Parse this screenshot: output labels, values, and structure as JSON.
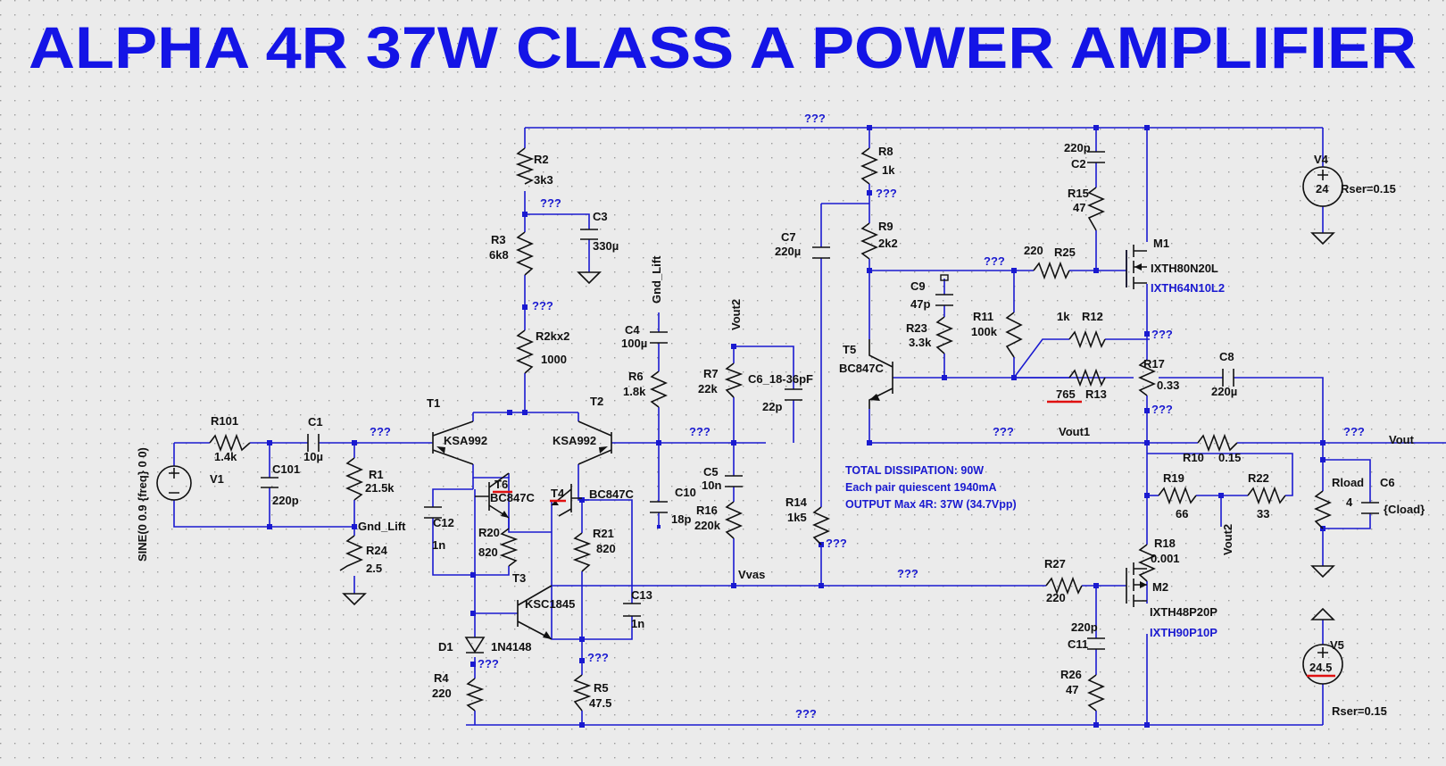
{
  "title": "ALPHA 4R 37W CLASS A POWER AMPLIFIER",
  "unknown_node": "???",
  "nets": {
    "vout": "Vout",
    "vout1": "Vout1",
    "vout2": "Vout2",
    "vas": "Vvas",
    "gnd_lift": "Gnd_Lift"
  },
  "sources": {
    "v1": {
      "name": "V1",
      "value": "SINE(0 0.9 {freq} 0 0)"
    },
    "v4": {
      "name": "V4",
      "value": "24",
      "rser": "Rser=0.15"
    },
    "v5": {
      "name": "V5",
      "value": "24.5",
      "rser": "Rser=0.15"
    }
  },
  "resistors": {
    "r101": {
      "name": "R101",
      "value": "1.4k"
    },
    "r1": {
      "name": "R1",
      "value": "21.5k"
    },
    "r24": {
      "name": "R24",
      "value": "2.5"
    },
    "r2": {
      "name": "R2",
      "value": "3k3"
    },
    "r3": {
      "name": "R3",
      "value": "6k8"
    },
    "r2kx2": {
      "name": "R2kx2",
      "value": "1000"
    },
    "r20": {
      "name": "R20",
      "value": "820"
    },
    "r21": {
      "name": "R21",
      "value": "820"
    },
    "r4": {
      "name": "R4",
      "value": "220"
    },
    "r5": {
      "name": "R5",
      "value": "47.5"
    },
    "r6": {
      "name": "R6",
      "value": "1.8k"
    },
    "r7": {
      "name": "R7",
      "value": "22k"
    },
    "r16": {
      "name": "R16",
      "value": "220k"
    },
    "r14": {
      "name": "R14",
      "value": "1k5"
    },
    "r8": {
      "name": "R8",
      "value": "1k"
    },
    "r9": {
      "name": "R9",
      "value": "2k2"
    },
    "r23": {
      "name": "R23",
      "value": "3.3k"
    },
    "r11": {
      "name": "R11",
      "value": "100k"
    },
    "r25": {
      "name": "R25",
      "value": "220"
    },
    "r15": {
      "name": "R15",
      "value": "47"
    },
    "r12": {
      "name": "R12",
      "value": "1k"
    },
    "r13": {
      "name": "R13",
      "value": "765"
    },
    "r17": {
      "name": "R17",
      "value": "0.33"
    },
    "r10": {
      "name": "R10",
      "value": "0.15"
    },
    "r19": {
      "name": "R19",
      "value": "66"
    },
    "r22": {
      "name": "R22",
      "value": "33"
    },
    "rload": {
      "name": "Rload",
      "value": "4"
    },
    "r18": {
      "name": "R18",
      "value": "0.001"
    },
    "r27": {
      "name": "R27",
      "value": "220"
    },
    "r26": {
      "name": "R26",
      "value": "47"
    }
  },
  "capacitors": {
    "c1": {
      "name": "C1",
      "value": "10µ"
    },
    "c101": {
      "name": "C101",
      "value": "220p"
    },
    "c12": {
      "name": "C12",
      "value": "1n"
    },
    "c3": {
      "name": "C3",
      "value": "330µ"
    },
    "c4": {
      "name": "C4",
      "value": "100µ"
    },
    "c10": {
      "name": "C10",
      "value": "18p"
    },
    "c6": {
      "name": "C6_18-36pF",
      "value": "22p"
    },
    "c5": {
      "name": "C5",
      "value": "10n"
    },
    "c13": {
      "name": "C13",
      "value": "1n"
    },
    "c7": {
      "name": "C7",
      "value": "220µ"
    },
    "c9": {
      "name": "C9",
      "value": "47p"
    },
    "c2": {
      "name": "C2",
      "value": "220p"
    },
    "c8": {
      "name": "C8",
      "value": "220µ"
    },
    "c6out": {
      "name": "C6",
      "value": "{Cload}"
    },
    "c11": {
      "name": "C11",
      "value": "220p"
    }
  },
  "semis": {
    "t1": {
      "name": "T1",
      "model": "KSA992"
    },
    "t2": {
      "name": "T2",
      "model": "KSA992"
    },
    "t6": {
      "name": "T6",
      "model": "BC847C"
    },
    "t4": {
      "name": "T4",
      "model": "BC847C"
    },
    "t3": {
      "name": "T3",
      "model": "KSC1845"
    },
    "t5": {
      "name": "T5",
      "model": "BC847C"
    },
    "d1": {
      "name": "D1",
      "model": "1N4148"
    },
    "m1": {
      "name": "M1",
      "model": "IXTH80N20L",
      "alt": "IXTH64N10L2"
    },
    "m2": {
      "name": "M2",
      "model": "IXTH48P20P",
      "alt": "IXTH90P10P"
    }
  },
  "notes": [
    "TOTAL DISSIPATION:  90W",
    "Each pair quiescent 1940mA",
    "OUTPUT Max 4R:  37W (34.7Vpp)"
  ],
  "colors": {
    "wire": "#1a1ad0",
    "component": "#111111",
    "title": "#1414e6",
    "annotation": "#e01010",
    "background": "#ebebeb"
  }
}
